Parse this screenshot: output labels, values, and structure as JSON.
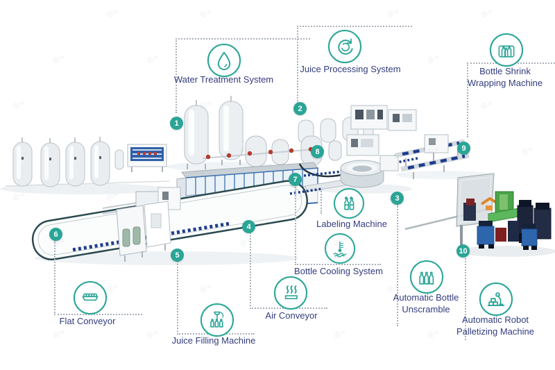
{
  "page": {
    "background": "#ffffff",
    "accent": "#2aa596",
    "label_color": "#323c7e"
  },
  "watermark": {
    "glyph": "◎≈"
  },
  "callouts": [
    {
      "num": "1",
      "label": "Water Treatment System",
      "icon": "water-drop-icon"
    },
    {
      "num": "2",
      "label": "Juice Processing System",
      "icon": "recycle-arrows-icon"
    },
    {
      "num": "3",
      "label": "Automatic Bottle Unscramble",
      "icon": "bottles-icon"
    },
    {
      "num": "4",
      "label": "Air Conveyor",
      "icon": "air-flow-icon"
    },
    {
      "num": "5",
      "label": "Juice Filling Machine",
      "icon": "filling-bottles-icon"
    },
    {
      "num": "6",
      "label": "Flat Conveyor",
      "icon": "flat-conveyor-icon"
    },
    {
      "num": "7",
      "label": "Bottle Cooling System",
      "icon": "thermometer-icon"
    },
    {
      "num": "8",
      "label": "Labeling Machine",
      "icon": "labeled-bottles-icon"
    },
    {
      "num": "9",
      "label": "Bottle Shrink Wrapping Machine",
      "icon": "wrapped-bottles-icon"
    },
    {
      "num": "10",
      "label": "Automatic Robot Palletizing Machine",
      "icon": "robot-arm-icon"
    }
  ]
}
